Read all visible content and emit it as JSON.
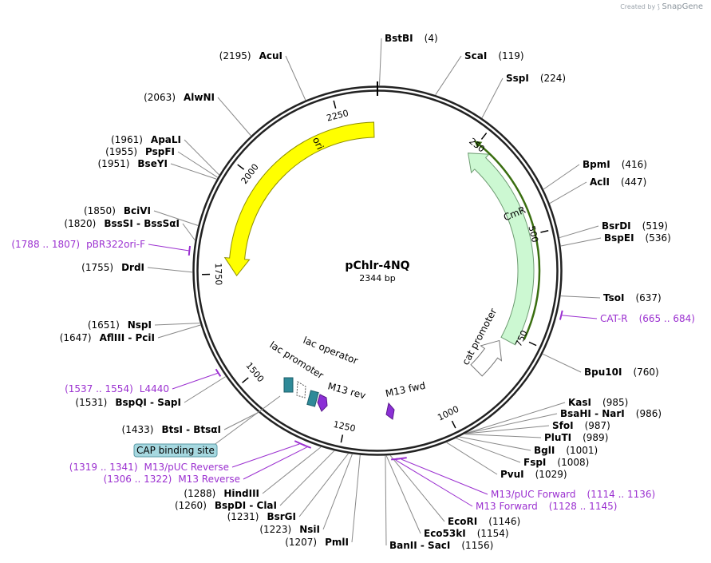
{
  "credit": {
    "prefix": "Created by",
    "brand": "SnapGene"
  },
  "plasmid": {
    "name": "pChlr-4NQ",
    "size_label": "2344 bp",
    "length": 2344
  },
  "ticks": [
    {
      "pos": 250,
      "label": "250"
    },
    {
      "pos": 500,
      "label": "500"
    },
    {
      "pos": 750,
      "label": "750"
    },
    {
      "pos": 1000,
      "label": "1000"
    },
    {
      "pos": 1250,
      "label": "1250"
    },
    {
      "pos": 1500,
      "label": "1500"
    },
    {
      "pos": 1750,
      "label": "1750"
    },
    {
      "pos": 2000,
      "label": "2000"
    },
    {
      "pos": 2250,
      "label": "2250"
    }
  ],
  "sites": [
    {
      "pos": 4,
      "side": "R",
      "names": [
        "BstBI"
      ],
      "loc": "(4)"
    },
    {
      "pos": 119,
      "side": "R",
      "names": [
        "ScaI"
      ],
      "loc": "(119)"
    },
    {
      "pos": 224,
      "side": "R",
      "names": [
        "SspI"
      ],
      "loc": "(224)"
    },
    {
      "pos": 416,
      "side": "R",
      "names": [
        "BpmI"
      ],
      "loc": "(416)"
    },
    {
      "pos": 447,
      "side": "R",
      "names": [
        "AclI"
      ],
      "loc": "(447)"
    },
    {
      "pos": 519,
      "side": "R",
      "names": [
        "BsrDI"
      ],
      "loc": "(519)"
    },
    {
      "pos": 536,
      "side": "R",
      "names": [
        "BspEI"
      ],
      "loc": "(536)"
    },
    {
      "pos": 637,
      "side": "R",
      "names": [
        "TsoI"
      ],
      "loc": "(637)"
    },
    {
      "pos": 760,
      "side": "R",
      "names": [
        "Bpu10I"
      ],
      "loc": "(760)"
    },
    {
      "pos": 985,
      "side": "R",
      "names": [
        "KasI"
      ],
      "loc": "(985)"
    },
    {
      "pos": 986,
      "side": "R",
      "names": [
        "BsaHI",
        "NarI"
      ],
      "loc": "(986)"
    },
    {
      "pos": 987,
      "side": "R",
      "names": [
        "SfoI"
      ],
      "loc": "(987)"
    },
    {
      "pos": 989,
      "side": "R",
      "names": [
        "PluTI"
      ],
      "loc": "(989)"
    },
    {
      "pos": 1001,
      "side": "R",
      "names": [
        "BglI"
      ],
      "loc": "(1001)"
    },
    {
      "pos": 1008,
      "side": "R",
      "names": [
        "FspI"
      ],
      "loc": "(1008)"
    },
    {
      "pos": 1029,
      "side": "R",
      "names": [
        "PvuI"
      ],
      "loc": "(1029)"
    },
    {
      "pos": 1146,
      "side": "R",
      "names": [
        "EcoRI"
      ],
      "loc": "(1146)"
    },
    {
      "pos": 1154,
      "side": "R",
      "names": [
        "Eco53kI"
      ],
      "loc": "(1154)"
    },
    {
      "pos": 1156,
      "side": "R",
      "names": [
        "BanII",
        "SacI"
      ],
      "loc": "(1156)"
    },
    {
      "pos": 1207,
      "side": "L",
      "names": [
        "PmlI"
      ],
      "loc": "(1207)"
    },
    {
      "pos": 1223,
      "side": "L",
      "names": [
        "NsiI"
      ],
      "loc": "(1223)"
    },
    {
      "pos": 1231,
      "side": "L",
      "names": [
        "BsrGI"
      ],
      "loc": "(1231)"
    },
    {
      "pos": 1260,
      "side": "L",
      "names": [
        "BspDI",
        "ClaI"
      ],
      "loc": "(1260)"
    },
    {
      "pos": 1288,
      "side": "L",
      "names": [
        "HindIII"
      ],
      "loc": "(1288)"
    },
    {
      "pos": 1433,
      "side": "L",
      "names": [
        "BtsI",
        "BtsαI"
      ],
      "loc": "(1433)"
    },
    {
      "pos": 1531,
      "side": "L",
      "names": [
        "BspQI",
        "SapI"
      ],
      "loc": "(1531)"
    },
    {
      "pos": 1647,
      "side": "L",
      "names": [
        "AflIII",
        "PciI"
      ],
      "loc": "(1647)"
    },
    {
      "pos": 1651,
      "side": "L",
      "names": [
        "NspI"
      ],
      "loc": "(1651)"
    },
    {
      "pos": 1755,
      "side": "L",
      "names": [
        "DrdI"
      ],
      "loc": "(1755)"
    },
    {
      "pos": 1820,
      "side": "L",
      "names": [
        "BssSI",
        "BssSαI"
      ],
      "loc": "(1820)"
    },
    {
      "pos": 1850,
      "side": "L",
      "names": [
        "BciVI"
      ],
      "loc": "(1850)"
    },
    {
      "pos": 1951,
      "side": "L",
      "names": [
        "BseYI"
      ],
      "loc": "(1951)"
    },
    {
      "pos": 1955,
      "side": "L",
      "names": [
        "PspFI"
      ],
      "loc": "(1955)"
    },
    {
      "pos": 1961,
      "side": "L",
      "names": [
        "ApaLI"
      ],
      "loc": "(1961)"
    },
    {
      "pos": 2063,
      "side": "L",
      "names": [
        "AlwNI"
      ],
      "loc": "(2063)"
    },
    {
      "pos": 2195,
      "side": "L",
      "names": [
        "AcuI"
      ],
      "loc": "(2195)"
    }
  ],
  "primers": [
    {
      "start": 665,
      "end": 684,
      "side": "R",
      "name": "CAT-R",
      "loc": "(665 .. 684)"
    },
    {
      "start": 1114,
      "end": 1136,
      "side": "R",
      "name": "M13/pUC Forward",
      "loc": "(1114 .. 1136)"
    },
    {
      "start": 1128,
      "end": 1145,
      "side": "R",
      "name": "M13 Forward",
      "loc": "(1128 .. 1145)"
    },
    {
      "start": 1306,
      "end": 1322,
      "side": "L",
      "name": "M13 Reverse",
      "loc": "(1306 .. 1322)"
    },
    {
      "start": 1319,
      "end": 1341,
      "side": "L",
      "name": "M13/pUC Reverse",
      "loc": "(1319 .. 1341)"
    },
    {
      "start": 1537,
      "end": 1554,
      "side": "L",
      "name": "L4440",
      "loc": "(1537 .. 1554)"
    },
    {
      "start": 1788,
      "end": 1807,
      "side": "L",
      "name": "pBR322ori-F",
      "loc": "(1788 .. 1807)"
    }
  ],
  "features": {
    "cmr": {
      "label": "CmR",
      "color": "#ccf8d2",
      "stroke": "#6e9c72"
    },
    "ori": {
      "label": "ori",
      "color": "#ffff00",
      "stroke": "#8f8f00"
    },
    "cat_promoter": {
      "label": "cat promoter"
    },
    "lac_promoter": {
      "label": "lac promoter"
    },
    "lac_operator": {
      "label": "lac operator"
    },
    "m13_rev": {
      "label": "M13 rev"
    },
    "m13_fwd": {
      "label": "M13 fwd"
    },
    "cap_site": {
      "label": "CAP binding site",
      "color": "#a6d8e0"
    }
  },
  "colors": {
    "primer": "#9b30d0",
    "backbone": "#222222",
    "orf": "#3a6e10",
    "cap_seg": "#2f8a98"
  }
}
